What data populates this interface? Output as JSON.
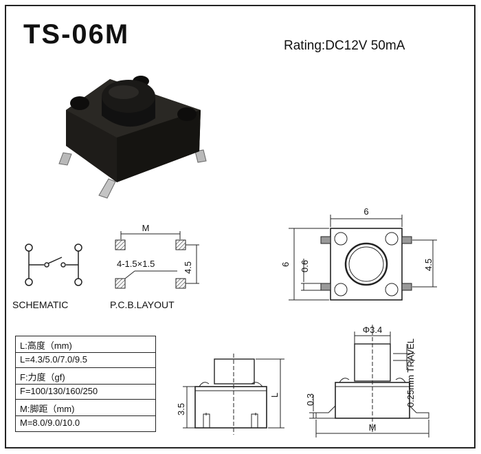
{
  "title": "TS-06M",
  "rating": "Rating:DC12V 50mA",
  "schematic_label": "SCHEMATIC",
  "pcb": {
    "label": "P.C.B.LAYOUT",
    "dim_m": "M",
    "dim_holes": "4-1.5×1.5",
    "dim_45": "4.5"
  },
  "top_view": {
    "dim_width": "6",
    "dim_height": "6",
    "dim_06": "0.6",
    "dim_45": "4.5"
  },
  "front_view": {
    "dim_35": "3.5",
    "dim_l": "L"
  },
  "side_view": {
    "dim_phi": "Φ3.4",
    "dim_travel": "0.25mm TRAVEL",
    "dim_03": "0.3",
    "dim_m": "M"
  },
  "specs": [
    {
      "label": "L:高度（mm)",
      "value": "L=4.3/5.0/7.0/9.5"
    },
    {
      "label": "F:力度（gf)",
      "value": "F=100/130/160/250"
    },
    {
      "label": "M:脚距（mm)",
      "value": "M=8.0/9.0/10.0"
    }
  ],
  "colors": {
    "body": "#1c1a17",
    "line": "#222222",
    "pad": "#999999"
  }
}
